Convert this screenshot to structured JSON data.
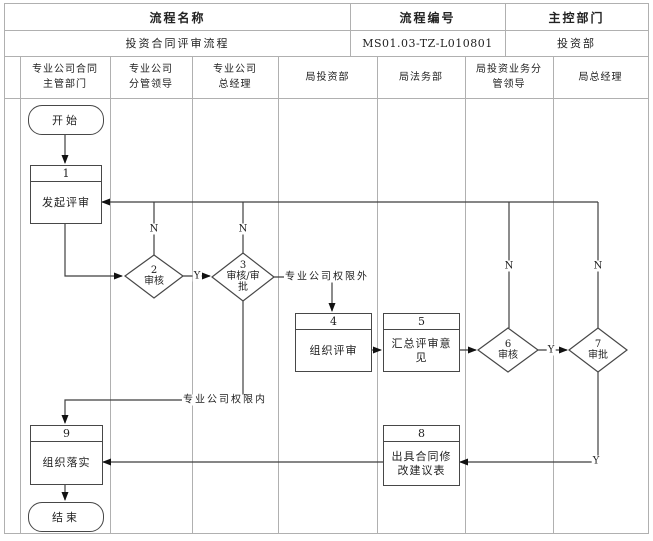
{
  "doc": {
    "title_label": "流程名称",
    "title_value": "投资合同评审流程",
    "code_label": "流程编号",
    "code_value": "MS01.03-TZ-L010801",
    "owner_label": "主控部门",
    "owner_value": "投资部"
  },
  "lanes": [
    {
      "label": "专业公司合同\n主管部门"
    },
    {
      "label": "专业公司\n分管领导"
    },
    {
      "label": "专业公司\n总经理"
    },
    {
      "label": "局投资部"
    },
    {
      "label": "局法务部"
    },
    {
      "label": "局投资业务分\n管领导"
    },
    {
      "label": "局总经理"
    }
  ],
  "nodes": {
    "start": {
      "label": "开始"
    },
    "step1": {
      "num": "1",
      "label": "发起评审"
    },
    "gate2": {
      "num": "2",
      "label": "审核"
    },
    "gate3": {
      "num": "3",
      "label": "审核/审批"
    },
    "step4": {
      "num": "4",
      "label": "组织评审"
    },
    "step5": {
      "num": "5",
      "label": "汇总评审意见"
    },
    "gate6": {
      "num": "6",
      "label": "审核"
    },
    "gate7": {
      "num": "7",
      "label": "审批"
    },
    "step8": {
      "num": "8",
      "label": "出具合同修改建议表"
    },
    "step9": {
      "num": "9",
      "label": "组织落实"
    },
    "end": {
      "label": "结束"
    }
  },
  "edges": {
    "no": "N",
    "yes": "Y",
    "outside_scope": "专业公司权限外",
    "inside_scope": "专业公司权限内"
  },
  "colors": {
    "line": "#3f3f3f",
    "grid": "#b0b0b0",
    "text": "#222222"
  }
}
